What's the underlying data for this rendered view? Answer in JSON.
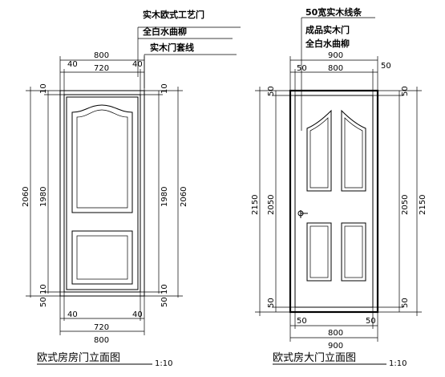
{
  "left_door": {
    "title": "欧式房房门立面图",
    "scale": "1:10",
    "notes": [
      "实木欧式工艺门",
      "全白水曲柳",
      "实木门套线"
    ],
    "dims": {
      "top_total": "800",
      "top_inner": "720",
      "top_edge_l": "40",
      "top_edge_r": "40",
      "bottom_total": "800",
      "bottom_inner": "720",
      "bottom_edge_l": "40",
      "bottom_edge_r": "40",
      "left_total": "2060",
      "left_inner": "1980",
      "left_top_small": "10",
      "left_bot_small": "10",
      "left_bot_tiny": "50",
      "right_inner": "1980",
      "right_total": "2060",
      "right_top_small": "10",
      "right_bot_small": "10",
      "right_bot_tiny": "50"
    }
  },
  "right_door": {
    "title": "欧式房大门立面图",
    "scale": "1:10",
    "notes": [
      "50宽实木线条",
      "成品实木门",
      "全白水曲柳"
    ],
    "dims": {
      "top_total": "900",
      "top_inner": "800",
      "top_edge_l": "50",
      "top_edge_r": "50",
      "bottom_total": "900",
      "bottom_inner": "800",
      "bottom_edge_l": "50",
      "bottom_edge_r": "50",
      "left_total": "2150",
      "left_inner": "2050",
      "left_top_small": "50",
      "left_bot_small": "50",
      "right_inner": "2050",
      "right_total": "2150",
      "right_top_small": "50",
      "right_bot_small": "50"
    }
  }
}
